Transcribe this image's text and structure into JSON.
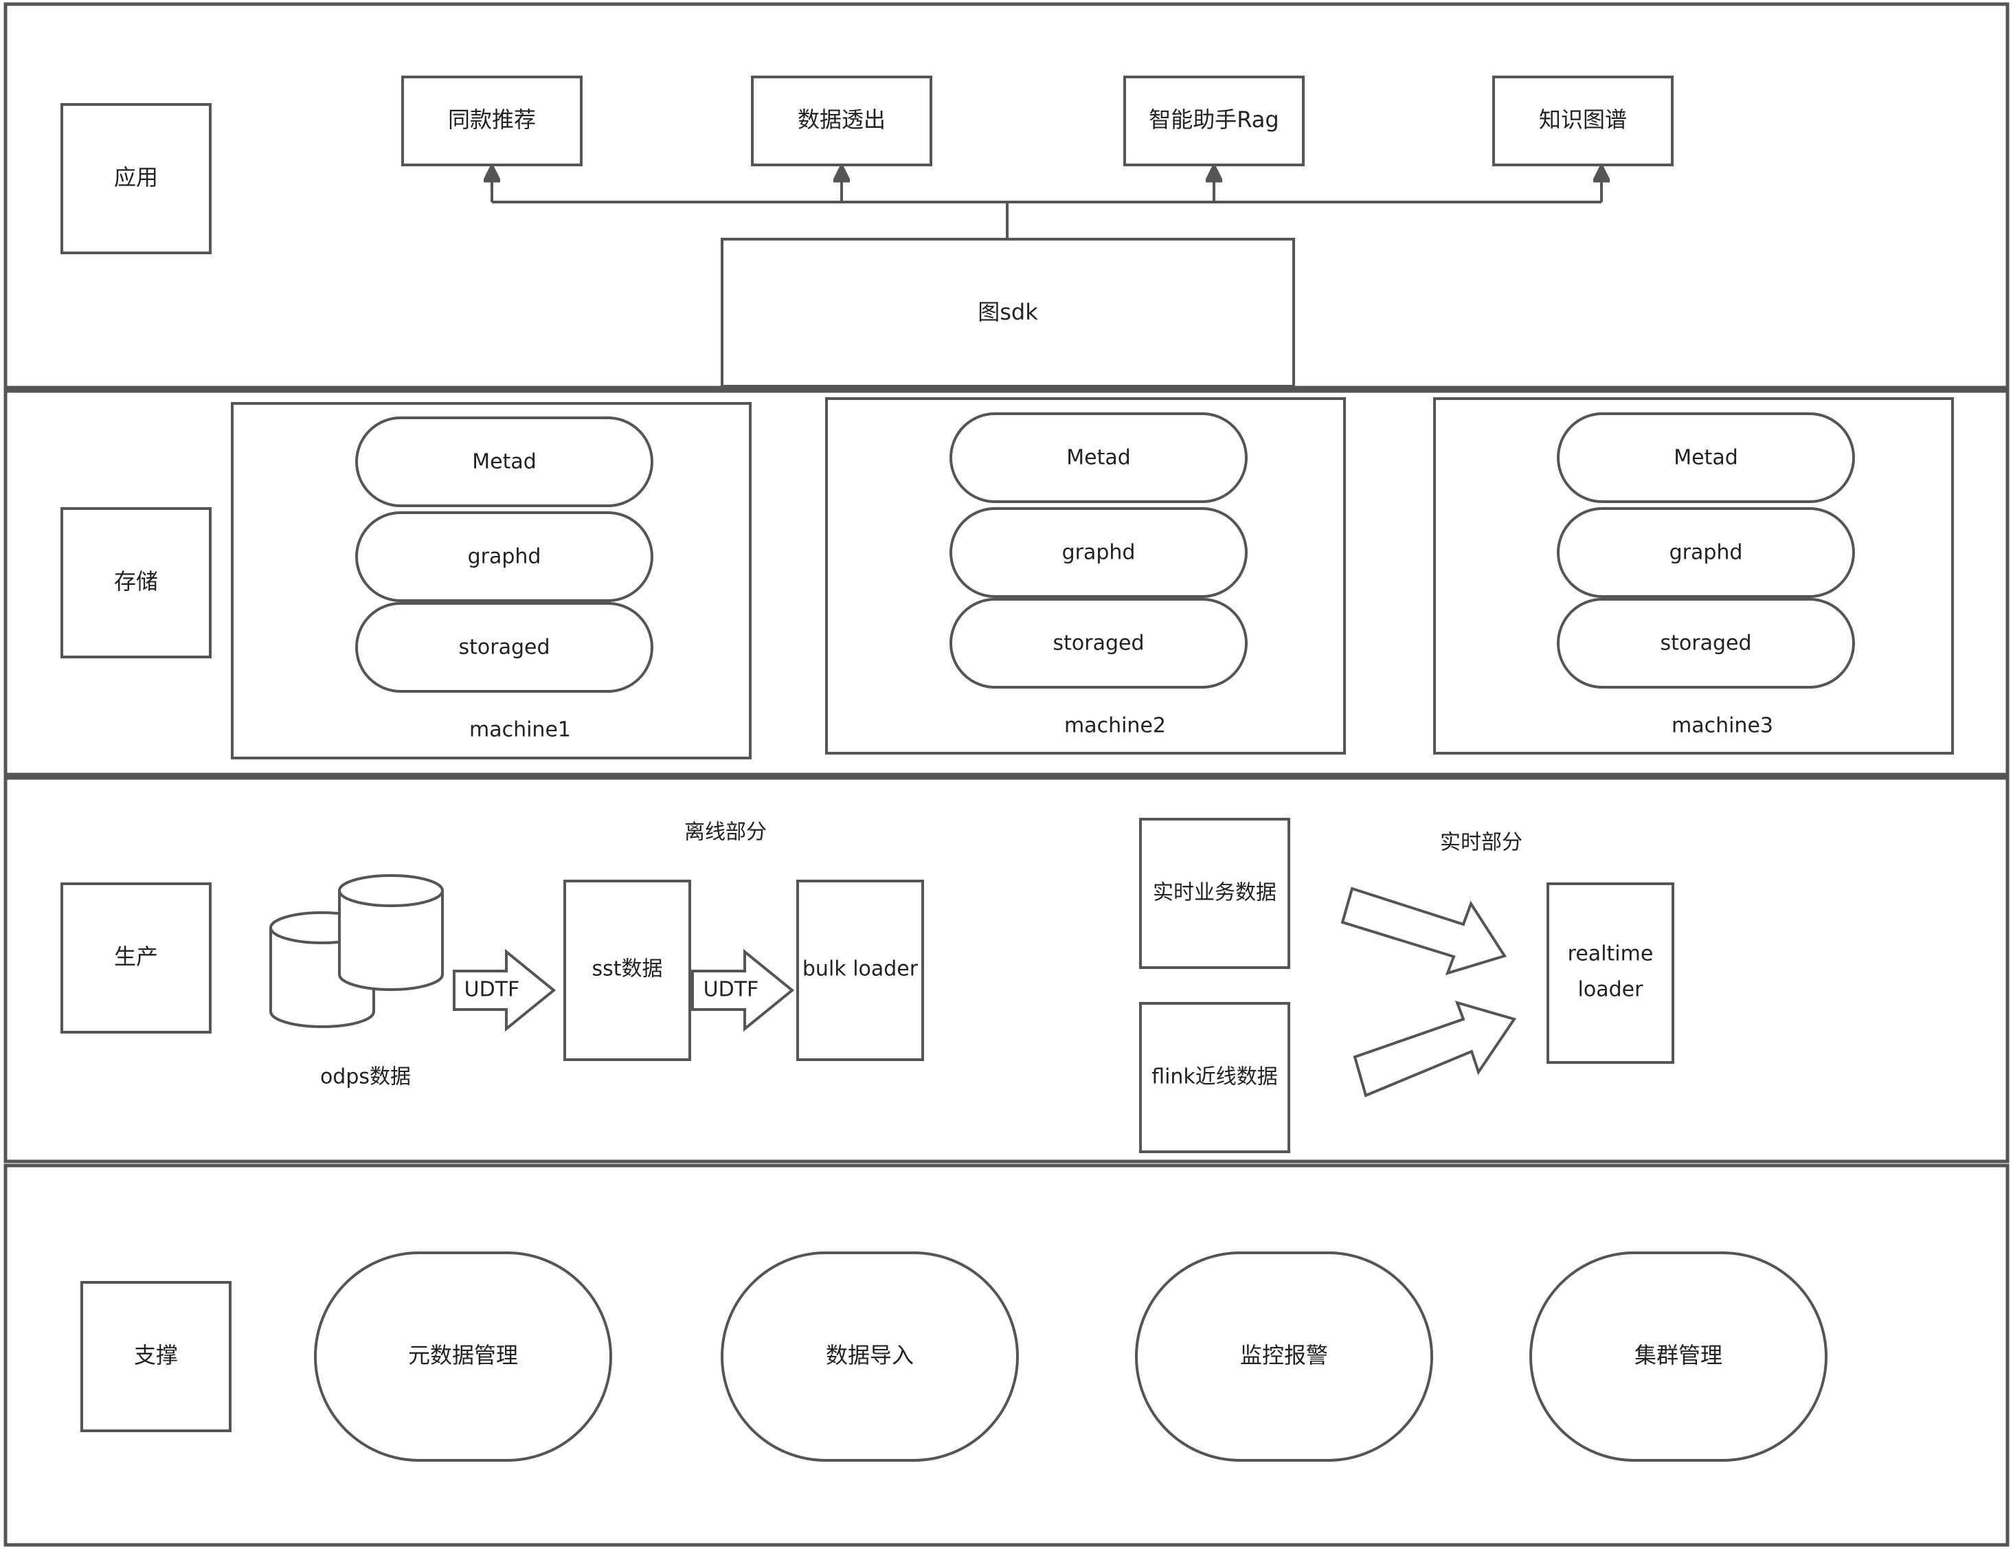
{
  "layers": {
    "app": "应用",
    "storage": "存储",
    "production": "生产",
    "support": "支撑"
  },
  "app": {
    "items": [
      "同款推荐",
      "数据透出",
      "智能助手Rag",
      "知识图谱"
    ],
    "sdk": "图sdk"
  },
  "storage": {
    "machines": [
      {
        "name": "machine1",
        "services": [
          "Metad",
          "graphd",
          "storaged"
        ]
      },
      {
        "name": "machine2",
        "services": [
          "Metad",
          "graphd",
          "storaged"
        ]
      },
      {
        "name": "machine3",
        "services": [
          "Metad",
          "graphd",
          "storaged"
        ]
      }
    ]
  },
  "production": {
    "offline_title": "离线部分",
    "realtime_title": "实时部分",
    "odps": "odps数据",
    "udtf": "UDTF",
    "sst": "sst数据",
    "bulk_loader": "bulk loader",
    "realtime_biz": "实时业务数据",
    "flink": "flink近线数据",
    "realtime_loader_line1": "realtime",
    "realtime_loader_line2": "loader"
  },
  "support": {
    "items": [
      "元数据管理",
      "数据导入",
      "监控报警",
      "集群管理"
    ]
  }
}
